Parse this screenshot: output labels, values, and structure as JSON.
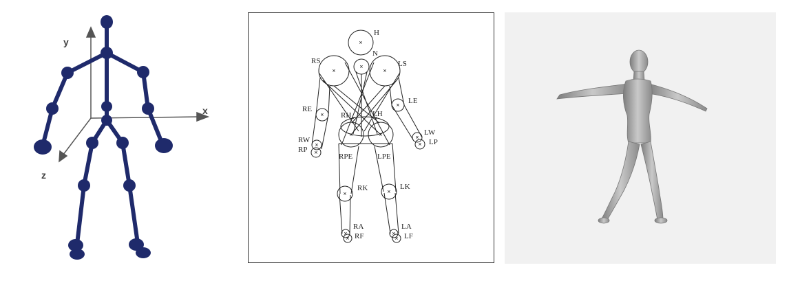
{
  "skeleton": {
    "axes": {
      "y": "y",
      "x": "x",
      "z": "z"
    },
    "color": "#1f2a6b"
  },
  "body_model": {
    "points": [
      {
        "id": "H",
        "label": "H"
      },
      {
        "id": "N",
        "label": "N"
      },
      {
        "id": "RS",
        "label": "RS"
      },
      {
        "id": "LS",
        "label": "LS"
      },
      {
        "id": "RE",
        "label": "RE"
      },
      {
        "id": "LE",
        "label": "LE"
      },
      {
        "id": "RH",
        "label": "RH"
      },
      {
        "id": "LH",
        "label": "LH"
      },
      {
        "id": "RW",
        "label": "RW"
      },
      {
        "id": "RP",
        "label": "RP"
      },
      {
        "id": "LW",
        "label": "LW"
      },
      {
        "id": "LP",
        "label": "LP"
      },
      {
        "id": "RPE",
        "label": "RPE"
      },
      {
        "id": "LPE",
        "label": "LPE"
      },
      {
        "id": "RK",
        "label": "RK"
      },
      {
        "id": "LK",
        "label": "LK"
      },
      {
        "id": "RA",
        "label": "RA"
      },
      {
        "id": "RF",
        "label": "RF"
      },
      {
        "id": "LA",
        "label": "LA"
      },
      {
        "id": "LF",
        "label": "LF"
      }
    ]
  },
  "mesh_figure": {
    "color": "#9a9a9a"
  }
}
